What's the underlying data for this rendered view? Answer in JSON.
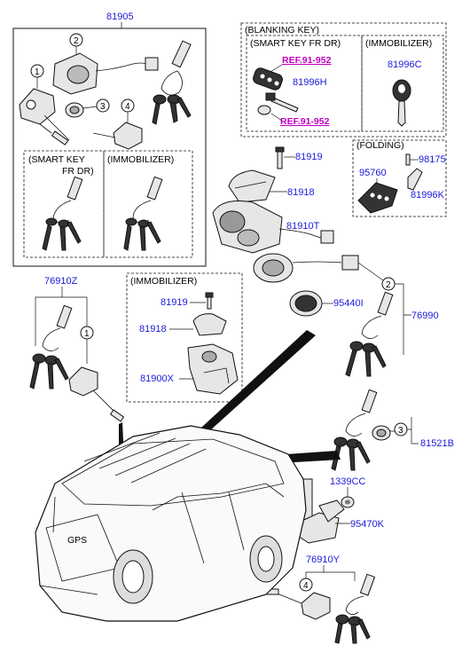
{
  "labels": {
    "p81905": "81905",
    "p81996H": "81996H",
    "p81996C": "81996C",
    "p95760": "95760",
    "p98175": "98175",
    "p81996K": "81996K",
    "p81919a": "81919",
    "p81918a": "81918",
    "p81910T": "81910T",
    "p76910Z": "76910Z",
    "p95440I": "95440I",
    "p76990": "76990",
    "p81919b": "81919",
    "p81918b": "81918",
    "p81900X": "81900X",
    "p81521B": "81521B",
    "p1339CC": "1339CC",
    "p95470K": "95470K",
    "p76910Y": "76910Y"
  },
  "refs": {
    "ref1": "REF.91-952",
    "ref2": "REF.91-952"
  },
  "boxes": {
    "blanking_key": "(BLANKING KEY)",
    "smart_key_fr_dr": "(SMART KEY FR DR)",
    "immobilizer_top": "(IMMOBILIZER)",
    "folding": "(FOLDING)",
    "smart_key_line1": "(SMART KEY",
    "smart_key_line2": "FR DR)",
    "immobilizer_inner": "(IMMOBILIZER)",
    "immobilizer_mid": "(IMMOBILIZER)"
  },
  "callouts": {
    "c1a": "1",
    "c2a": "2",
    "c3a": "3",
    "c4a": "4",
    "c1b": "1",
    "c2b": "2",
    "c3b": "3",
    "c4b": "4"
  }
}
